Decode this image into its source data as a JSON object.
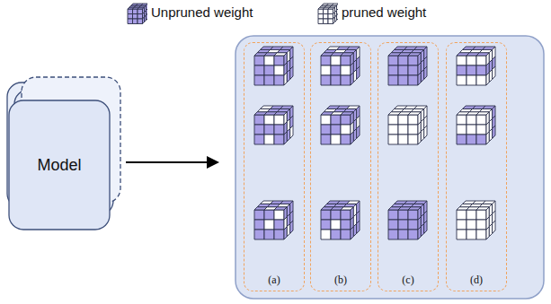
{
  "diagram": {
    "nodes": [
      {
        "text": [
          "Model"
        ]
      },
      {
        "text": [
          "(a)"
        ]
      },
      {
        "text": [
          "(b)"
        ]
      },
      {
        "text": [
          "(c)"
        ]
      },
      {
        "text": [
          "(d)"
        ]
      }
    ],
    "legend": [
      {
        "text": "Unpruned weight",
        "color": "#a99fe6"
      },
      {
        "text": "pruned weight",
        "color": "#ffffff"
      }
    ]
  }
}
